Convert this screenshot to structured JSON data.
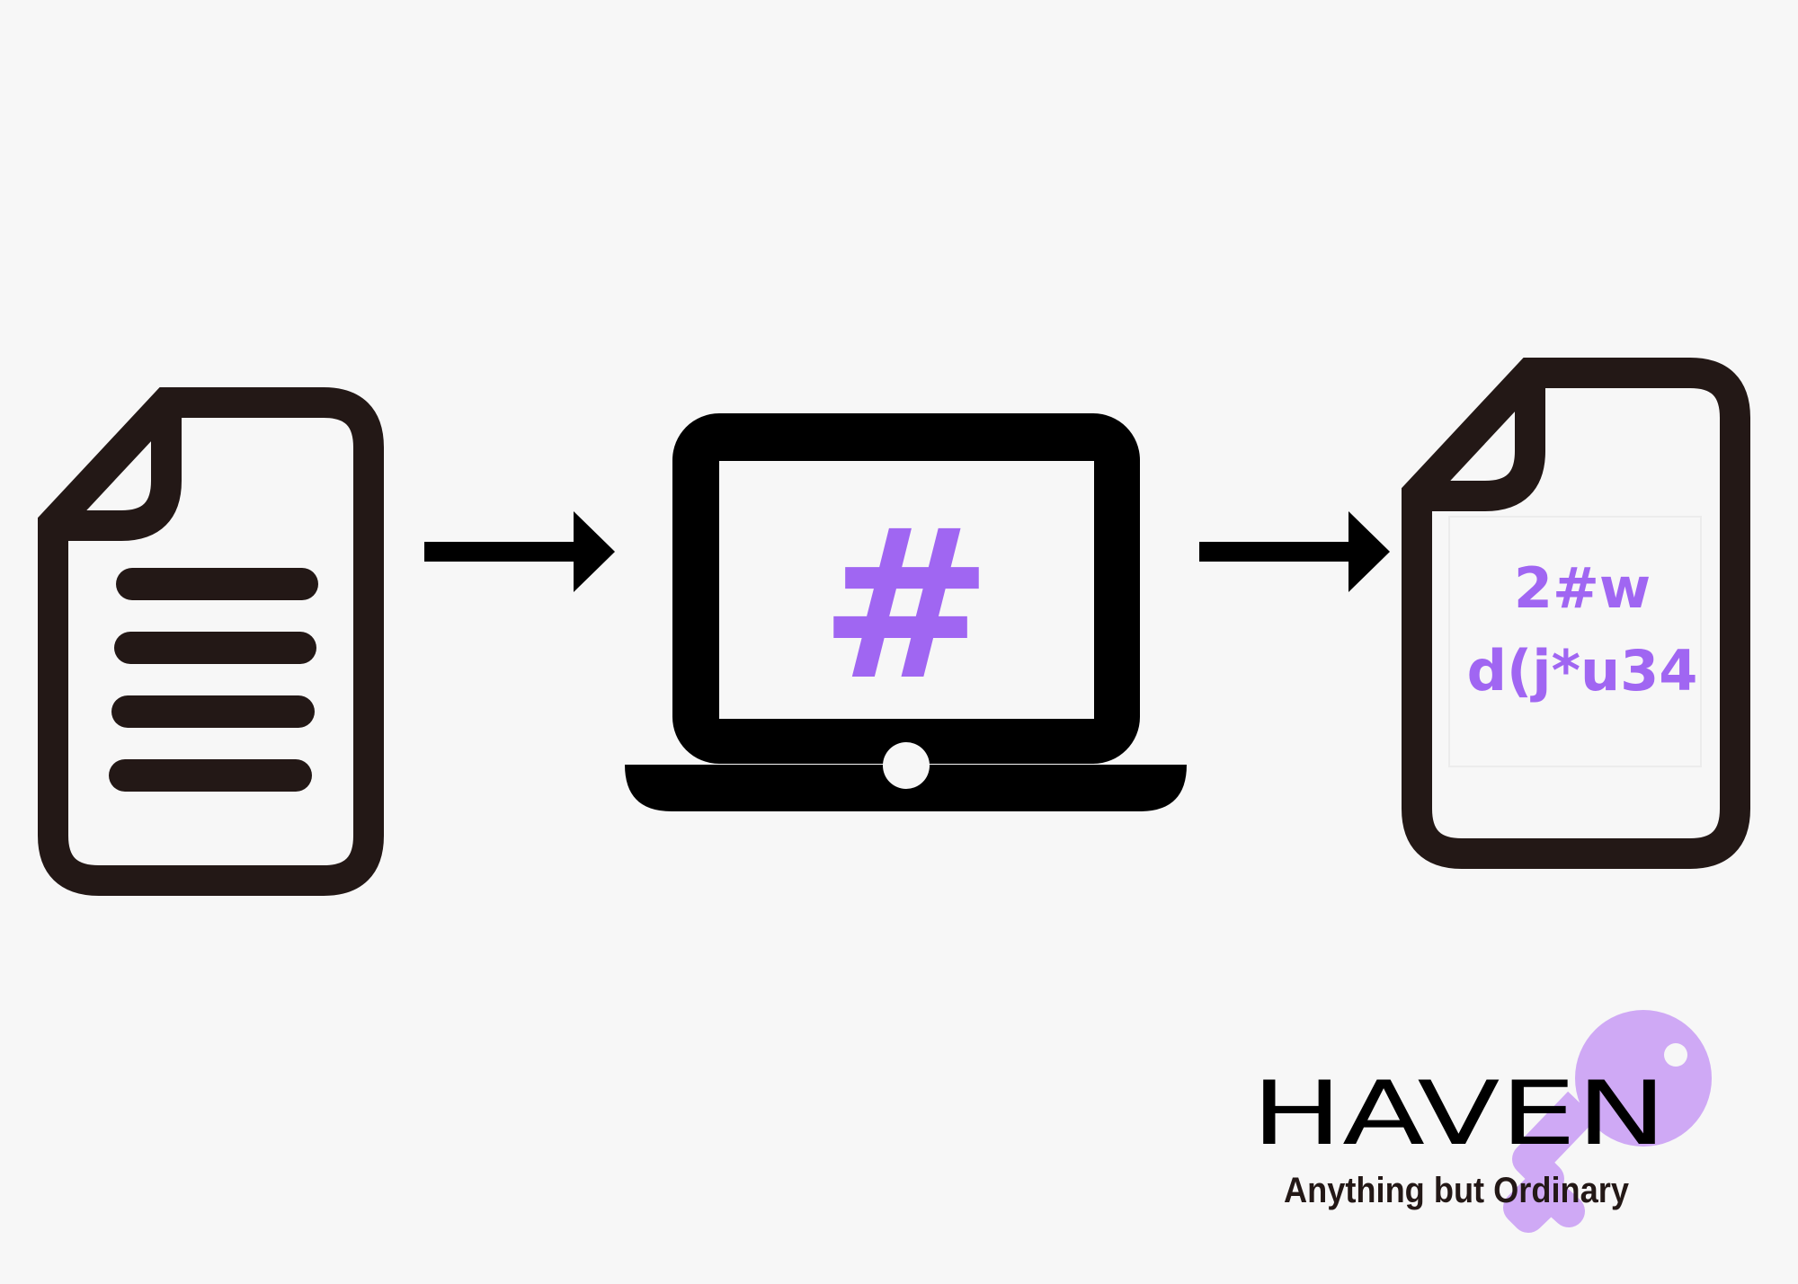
{
  "diagram": {
    "hash_symbol": "#",
    "ciphertext_lines": [
      "2#w",
      "d(j*u34"
    ],
    "colors": {
      "background": "#f7f7f7",
      "outline": "#231816",
      "accent": "#a066f2",
      "key": "#cfa9f5"
    },
    "icons": {
      "source": "document-icon",
      "arrow1": "arrow-right-icon",
      "processor": "laptop-icon",
      "arrow2": "arrow-right-icon",
      "output": "encrypted-document-icon"
    }
  },
  "brand": {
    "name": "HAVEN",
    "tagline": "Anything but Ordinary",
    "logo_icon": "key-icon"
  }
}
